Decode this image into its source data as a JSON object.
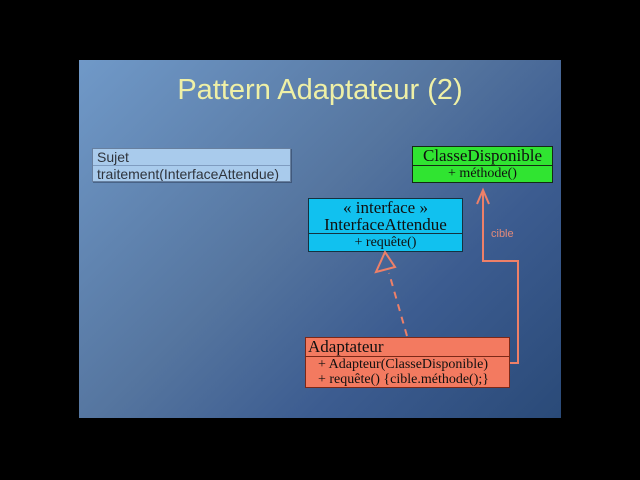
{
  "slide": {
    "title": "Pattern Adaptateur (2)",
    "title_color": "#eff0a6",
    "background_top_left": "#7099c8",
    "background_bottom_right": "#2a4a78",
    "letterbox_color": "#000000"
  },
  "colors": {
    "connector": "#ee8068"
  },
  "diagram": {
    "sujet": {
      "name": "Sujet",
      "method": "traitement(InterfaceAttendue)",
      "fill": "#a9cbec",
      "border": "#68809f"
    },
    "classe_disponible": {
      "name": "ClasseDisponible",
      "methods": [
        "+ méthode()"
      ],
      "fill": "#30e431",
      "border": "#142a14"
    },
    "interface_attendue": {
      "stereotype": "« interface »",
      "name": "InterfaceAttendue",
      "methods": [
        "+ requête()"
      ],
      "fill": "#11c1ef",
      "border": "#143240"
    },
    "adaptateur": {
      "name": "Adaptateur",
      "methods": [
        "+ Adapteur(ClasseDisponible)",
        "+ requête() {cible.méthode();}"
      ],
      "fill": "#f37a60",
      "border": "#7c2817"
    },
    "relations": {
      "realization": {
        "from": "Adaptateur",
        "to": "InterfaceAttendue",
        "style": "dashed-open-triangle"
      },
      "association": {
        "label": "cible",
        "from": "Adaptateur",
        "to": "ClasseDisponible",
        "style": "solid-open-arrow"
      }
    }
  }
}
